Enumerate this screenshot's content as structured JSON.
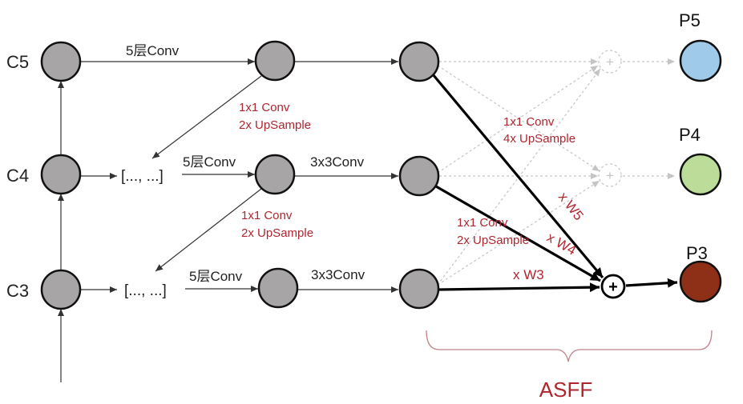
{
  "labels": {
    "c5": "C5",
    "c4": "C4",
    "c3": "C3",
    "p5": "P5",
    "p4": "P4",
    "p3": "P3",
    "conv5_top": "5层Conv",
    "conv5_mid": "5层Conv",
    "conv5_bot": "5层Conv",
    "conv3_mid": "3x3Conv",
    "conv3_bot": "3x3Conv",
    "up1_line1": "1x1 Conv",
    "up1_line2": "2x UpSample",
    "up2_line1": "1x1 Conv",
    "up2_line2": "2x UpSample",
    "asff_a_line1": "1x1 Conv",
    "asff_a_line2": "4x UpSample",
    "asff_b_line1": "1x1 Conv",
    "asff_b_line2": "2x UpSample",
    "concat_mid": "[..., ...]",
    "concat_bot": "[..., ...]",
    "w5": "x W5",
    "w4": "x W4",
    "w3": "x W3",
    "plus": "+",
    "asff": "ASFF"
  },
  "colors": {
    "p5": "#9fcaea",
    "p4": "#bcdc9a",
    "p3": "#8e2f18",
    "accent_red": "#b0262f"
  }
}
